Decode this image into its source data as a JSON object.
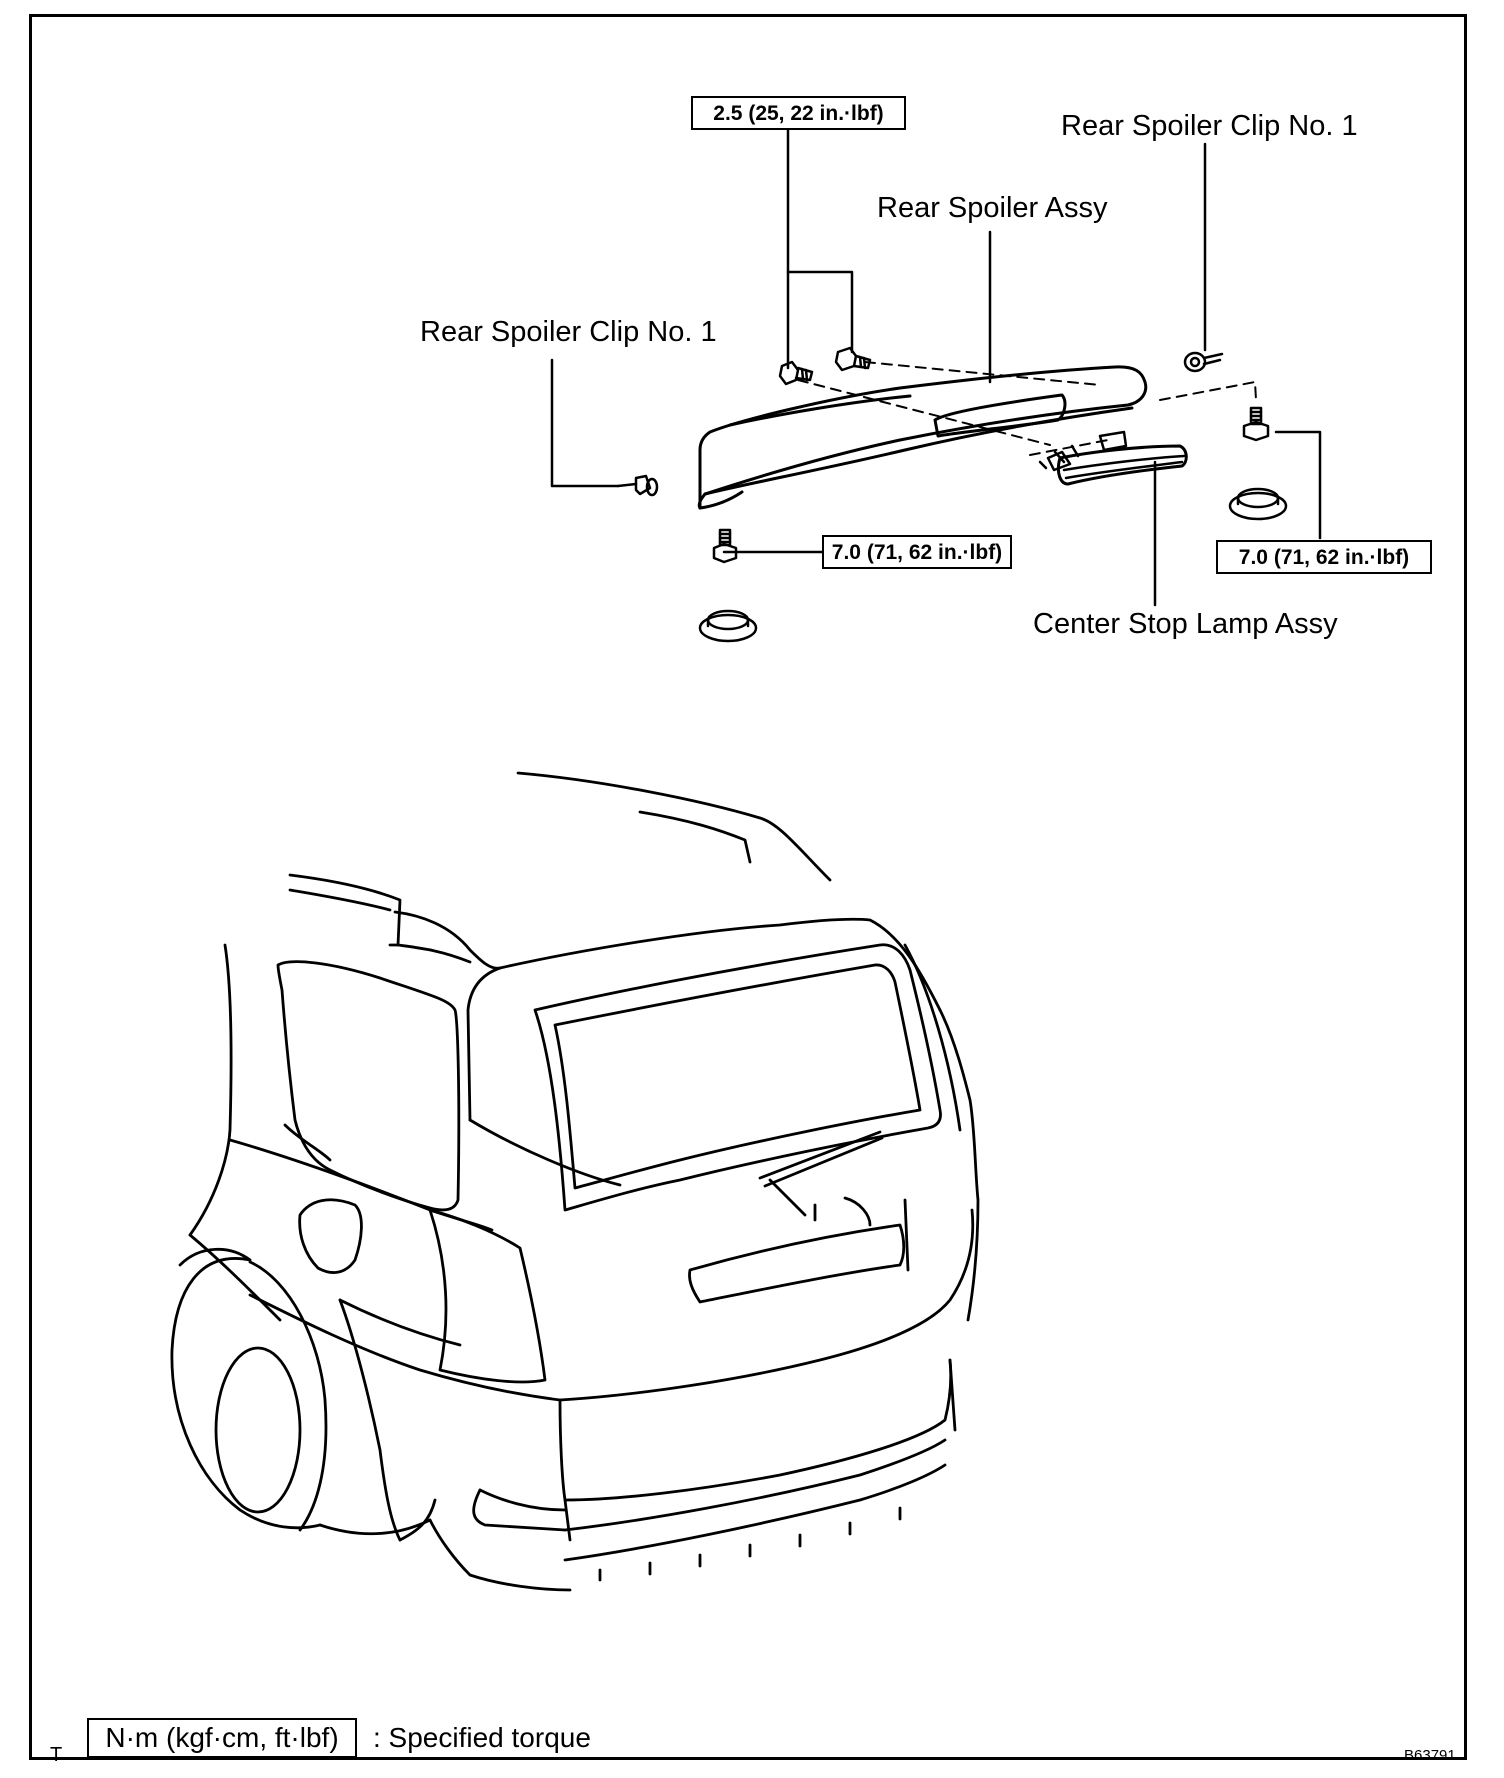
{
  "labels": {
    "rear_spoiler_clip_right": "Rear Spoiler Clip No. 1",
    "rear_spoiler_assy": "Rear Spoiler Assy",
    "rear_spoiler_clip_left": "Rear Spoiler Clip No. 1",
    "center_stop_lamp_assy": "Center Stop Lamp Assy"
  },
  "torque_specs": {
    "top_bolts": "2.5 (25, 22 in.·lbf)",
    "left_bolt": "7.0 (71, 62 in.·lbf)",
    "right_bolt": "7.0 (71, 62 in.·lbf)"
  },
  "legend": {
    "unit_box": "N·m (kgf·cm, ft·lbf)",
    "description": ": Specified torque"
  },
  "corner_marker": "T",
  "figure_code": "B63791"
}
